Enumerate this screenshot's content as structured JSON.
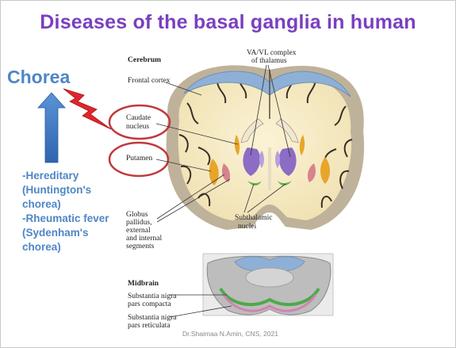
{
  "title": "Diseases of the basal ganglia in human",
  "chorea": "Chorea",
  "causes": [
    "-Hereditary",
    "(Huntington's",
    "chorea)",
    "-Rheumatic fever",
    "(Sydenham's",
    "chorea)"
  ],
  "labels": {
    "cerebrum": "Cerebrum",
    "frontal_cortex": "Frontal cortex",
    "caudate_1": "Caudate",
    "caudate_2": "nucleus",
    "putamen": "Putamen",
    "globus_1": "Globus",
    "globus_2": "pallidus,",
    "globus_3": "external",
    "globus_4": "and internal",
    "globus_5": "segments",
    "vavl_1": "VA/VL complex",
    "vavl_2": "of thalamus",
    "subthal_1": "Subthalamic",
    "subthal_2": "nuclei",
    "midbrain": "Midbrain",
    "snc_1": "Substantia nigra",
    "snc_2": "pars compacta",
    "snr_1": "Substantia nigra",
    "snr_2": "pars reticulata"
  },
  "credit": "Dr.Shaimaa N.Amin, CNS, 2021",
  "colors": {
    "title": "#7a3fbf",
    "text_blue": "#4f86c6",
    "arrow_blue": "#3f78c4",
    "bolt_red": "#e0262b",
    "circle_red": "#c0393d"
  },
  "icons": [
    "up-arrow-icon",
    "lightning-bolt-icon"
  ]
}
